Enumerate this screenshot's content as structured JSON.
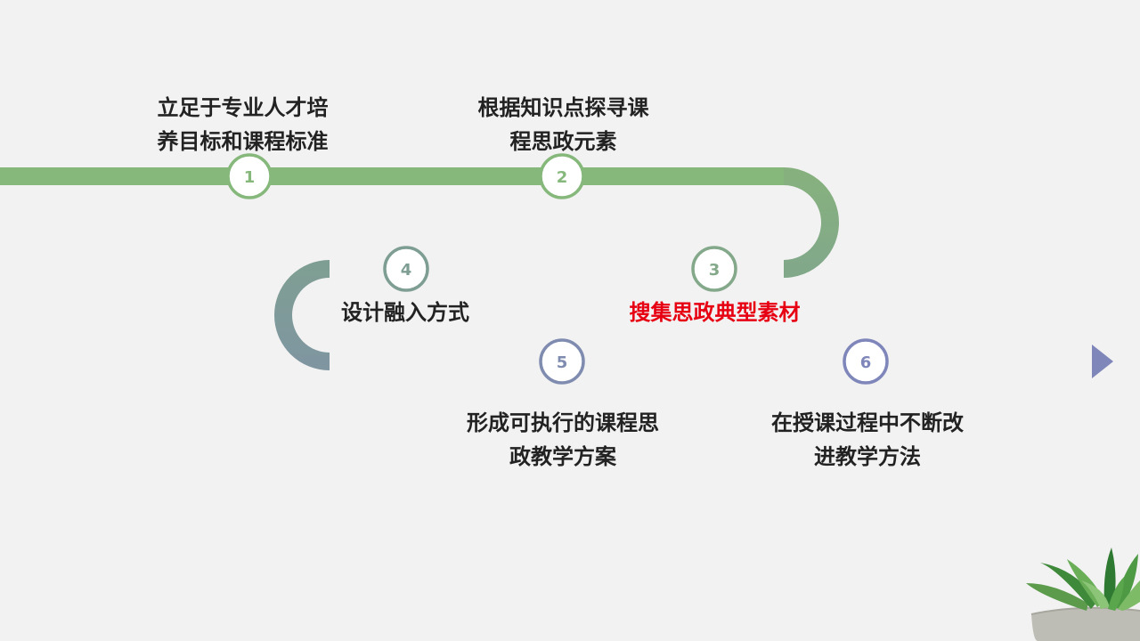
{
  "steps": [
    {
      "number": "1",
      "lines": [
        "立足于专业人才培",
        "养目标和课程标准"
      ],
      "color": "#222222"
    },
    {
      "number": "2",
      "lines": [
        "根据知识点探寻课",
        "程思政元素"
      ],
      "color": "#222222"
    },
    {
      "number": "3",
      "lines": [
        "搜集思政典型素材"
      ],
      "color": "#e60012"
    },
    {
      "number": "4",
      "lines": [
        "设计融入方式"
      ],
      "color": "#222222"
    },
    {
      "number": "5",
      "lines": [
        "形成可执行的课程思",
        "政教学方案"
      ],
      "color": "#222222"
    },
    {
      "number": "6",
      "lines": [
        "在授课过程中不断改",
        "进教学方法"
      ],
      "color": "#222222"
    }
  ],
  "colors": {
    "background": "#f2f2f2",
    "path_start": "#86b87c",
    "path_middle": "#7f9e92",
    "path_end": "#7f86ba",
    "highlight": "#e60012"
  }
}
